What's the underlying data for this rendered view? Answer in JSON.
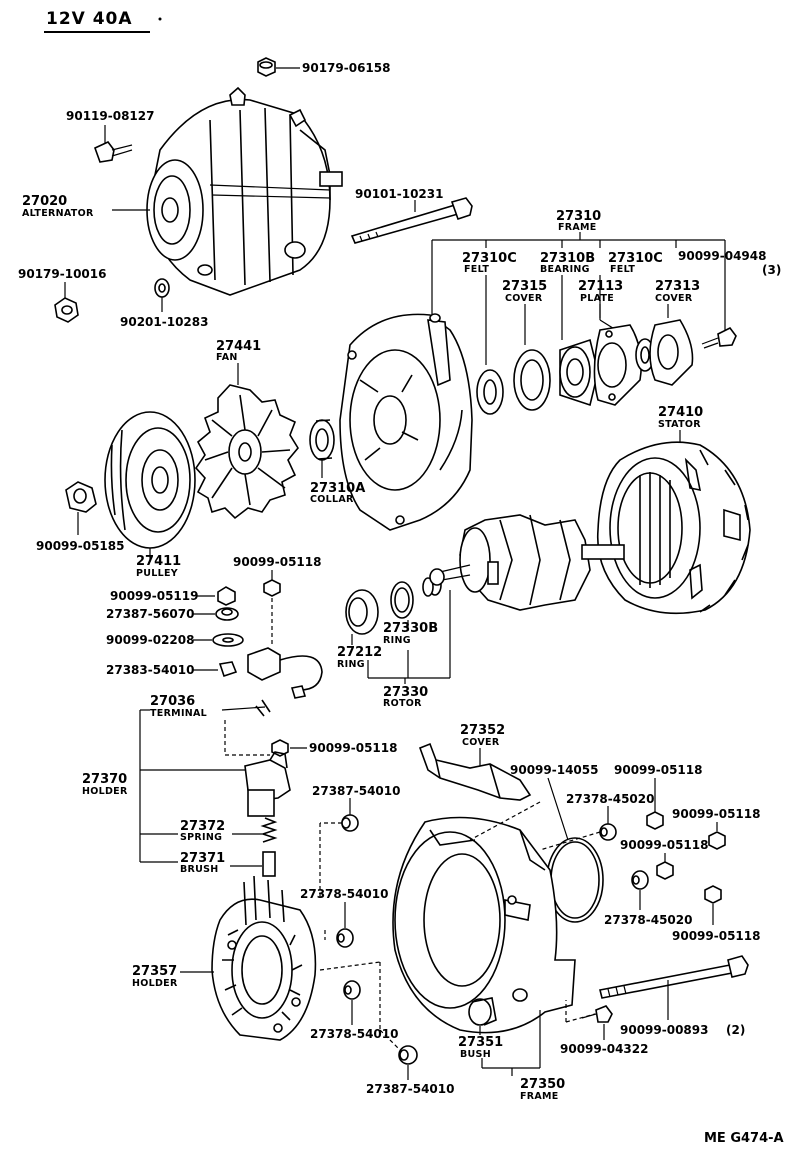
{
  "header": {
    "title": "12V  40A"
  },
  "footer": {
    "code": "ME G474-A"
  },
  "parts": {
    "p90179_06158": {
      "number": "90179-06158"
    },
    "p90119_08127": {
      "number": "90119-08127"
    },
    "p27020": {
      "number": "27020",
      "name": "ALTERNATOR"
    },
    "p90101_10231": {
      "number": "90101-10231"
    },
    "p90179_10016": {
      "number": "90179-10016"
    },
    "p90201_10283": {
      "number": "90201-10283"
    },
    "p27310": {
      "number": "27310",
      "name": "FRAME"
    },
    "p27310C_felt": {
      "number": "27310C",
      "name": "FELT"
    },
    "p27310B": {
      "number": "27310B",
      "name": "BEARING"
    },
    "p27310C_felt2": {
      "number": "27310C",
      "name": "FELT"
    },
    "p90099_04948": {
      "number": "90099-04948",
      "qty": "(3)"
    },
    "p27315": {
      "number": "27315",
      "name": "COVER"
    },
    "p27113": {
      "number": "27113",
      "name": "PLATE"
    },
    "p27313": {
      "number": "27313",
      "name": "COVER"
    },
    "p27441": {
      "number": "27441",
      "name": "FAN"
    },
    "p27410": {
      "number": "27410",
      "name": "STATOR"
    },
    "p27310A": {
      "number": "27310A",
      "name": "COLLAR"
    },
    "p90099_05185": {
      "number": "90099-05185"
    },
    "p27411": {
      "number": "27411",
      "name": "PULLEY"
    },
    "p90099_05118_a": {
      "number": "90099-05118"
    },
    "p90099_05119": {
      "number": "90099-05119"
    },
    "p27387_56070": {
      "number": "27387-56070"
    },
    "p90099_02208": {
      "number": "90099-02208"
    },
    "p27383_54010": {
      "number": "27383-54010"
    },
    "p27036": {
      "number": "27036",
      "name": "TERMINAL"
    },
    "p27212": {
      "number": "27212",
      "name": "RING"
    },
    "p27330B": {
      "number": "27330B",
      "name": "RING"
    },
    "p27330": {
      "number": "27330",
      "name": "ROTOR"
    },
    "p90099_05118_b": {
      "number": "90099-05118"
    },
    "p27370": {
      "number": "27370",
      "name": "HOLDER"
    },
    "p27352": {
      "number": "27352",
      "name": "COVER"
    },
    "p90099_14055": {
      "number": "90099-14055"
    },
    "p90099_05118_c": {
      "number": "90099-05118"
    },
    "p27378_45020_a": {
      "number": "27378-45020"
    },
    "p90099_05118_d": {
      "number": "90099-05118"
    },
    "p90099_05118_e": {
      "number": "90099-05118"
    },
    "p27387_54010_a": {
      "number": "27387-54010"
    },
    "p27372": {
      "number": "27372",
      "name": "SPRING"
    },
    "p27371": {
      "number": "27371",
      "name": "BRUSH"
    },
    "p27378_54010_a": {
      "number": "27378-54010"
    },
    "p27378_45020_b": {
      "number": "27378-45020"
    },
    "p90099_05118_f": {
      "number": "90099-05118"
    },
    "p27357": {
      "number": "27357",
      "name": "HOLDER"
    },
    "p90099_00893": {
      "number": "90099-00893",
      "qty": "(2)"
    },
    "p27378_54010_b": {
      "number": "27378-54010"
    },
    "p27351": {
      "number": "27351",
      "name": "BUSH"
    },
    "p90099_04322": {
      "number": "90099-04322"
    },
    "p27387_54010_b": {
      "number": "27387-54010"
    },
    "p27350": {
      "number": "27350",
      "name": "FRAME"
    }
  }
}
